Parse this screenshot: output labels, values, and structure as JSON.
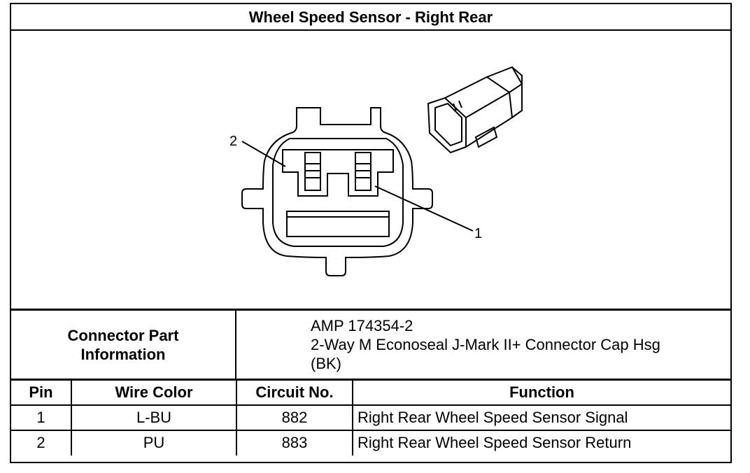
{
  "title": "Wheel Speed Sensor - Right Rear",
  "figure": {
    "callouts": [
      "2",
      "1"
    ]
  },
  "connector_info": {
    "label_line1": "Connector Part",
    "label_line2": "Information",
    "part_number": "AMP 174354-2",
    "description_line1": "2-Way M Econoseal J-Mark II+ Connector Cap Hsg",
    "description_line2": "(BK)"
  },
  "table": {
    "headers": [
      "Pin",
      "Wire Color",
      "Circuit No.",
      "Function"
    ],
    "rows": [
      {
        "pin": "1",
        "wire_color": "L-BU",
        "circuit": "882",
        "function": "Right Rear Wheel Speed Sensor Signal"
      },
      {
        "pin": "2",
        "wire_color": "PU",
        "circuit": "883",
        "function": "Right Rear Wheel Speed Sensor Return"
      }
    ]
  }
}
